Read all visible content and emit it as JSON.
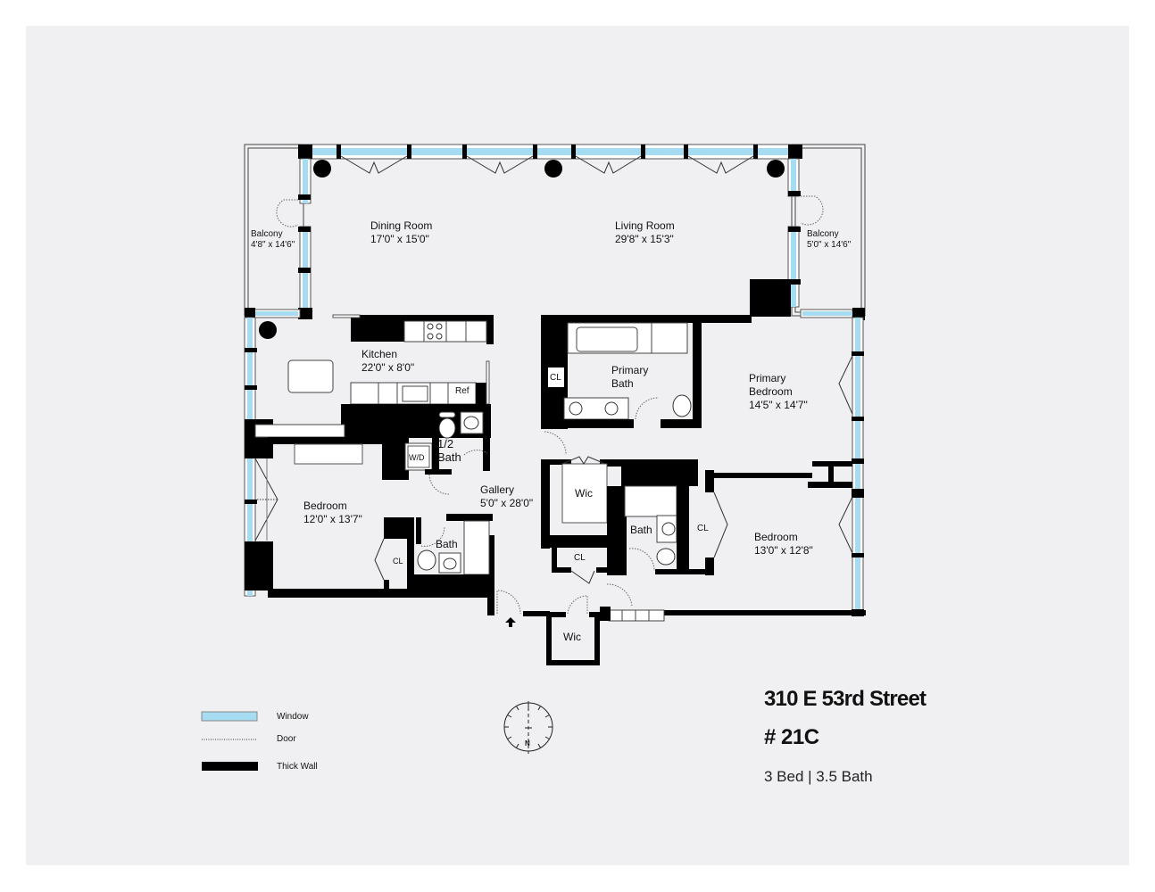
{
  "property": {
    "address": "310 E 53rd Street",
    "unit": "# 21C",
    "summary": "3 Bed | 3.5 Bath"
  },
  "rooms": {
    "dining": {
      "name": "Dining Room",
      "dims": "17'0\" x 15'0\""
    },
    "living": {
      "name": "Living Room",
      "dims": "29'8\" x 15'3\""
    },
    "balcony_left": {
      "name": "Balcony",
      "dims": "4'8\" x 14'6\""
    },
    "balcony_right": {
      "name": "Balcony",
      "dims": "5'0\" x 14'6\""
    },
    "kitchen": {
      "name": "Kitchen",
      "dims": "22'0\" x 8'0\""
    },
    "primary_bath": {
      "name": "Primary",
      "name2": "Bath"
    },
    "primary_bedroom": {
      "name": "Primary",
      "name2": "Bedroom",
      "dims": "14'5\" x 14'7\""
    },
    "half_bath": {
      "name": "1/2",
      "name2": "Bath"
    },
    "bedroom_left": {
      "name": "Bedroom",
      "dims": "12'0\" x 13'7\""
    },
    "gallery": {
      "name": "Gallery",
      "dims": "5'0\" x 28'0\""
    },
    "bath_left": {
      "name": "Bath"
    },
    "wic_upper": {
      "name": "Wic"
    },
    "bath_right": {
      "name": "Bath"
    },
    "bedroom_right": {
      "name": "Bedroom",
      "dims": "13'0\" x 12'8\""
    },
    "wic_lower": {
      "name": "Wic"
    }
  },
  "fixtures": {
    "ref": "Ref",
    "wd": "W/D",
    "cl_primary_bath": "CL",
    "cl_bedroom_left": "CL",
    "cl_gallery": "CL",
    "cl_bedroom_right": "CL"
  },
  "legend": {
    "window": "Window",
    "door": "Door",
    "thick_wall": "Thick Wall",
    "window_color": "#a6dcf2",
    "wall_color": "#000000"
  },
  "compass": {
    "label": "N"
  }
}
